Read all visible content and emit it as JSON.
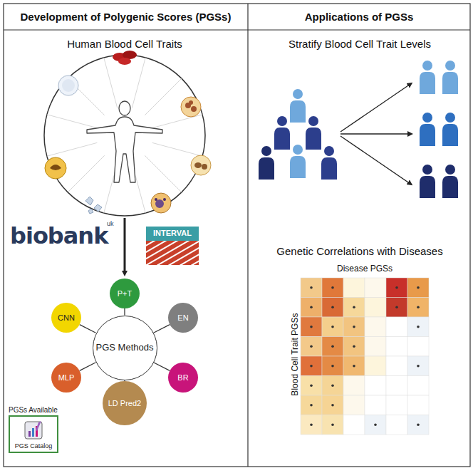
{
  "diagram": {
    "nodes": [
      {
        "text": [
          "Development of Polygenic Scores (PGSs)"
        ]
      },
      {
        "text": [
          "Applications of PGSs"
        ]
      },
      {
        "text": [
          "PGS Methods"
        ],
        "in": 0
      },
      {
        "text": [
          "P+T"
        ],
        "in": 0
      },
      {
        "text": [
          "EN"
        ],
        "in": 0
      },
      {
        "text": [
          "BR"
        ],
        "in": 0
      },
      {
        "text": [
          "LD Pred2"
        ],
        "in": 0
      },
      {
        "text": [
          "MLP"
        ],
        "in": 0
      },
      {
        "text": [
          "CNN"
        ],
        "in": 0
      },
      {
        "text": [
          "PGSs Available",
          "PGS Catalog"
        ],
        "in": 0
      }
    ],
    "edges": [
      {
        "from": 2,
        "to": 3,
        "arrow": "none"
      },
      {
        "from": 2,
        "to": 4,
        "arrow": "none"
      },
      {
        "from": 2,
        "to": 5,
        "arrow": "none"
      },
      {
        "from": 2,
        "to": 6,
        "arrow": "none"
      },
      {
        "from": 2,
        "to": 7,
        "arrow": "none"
      },
      {
        "from": 2,
        "to": 8,
        "arrow": "none"
      }
    ],
    "labels": [
      "Human Blood Cell Traits",
      "biobank",
      "uk",
      "INTERVAL",
      "Stratify Blood Cell Trait Levels",
      "Genetic Correlations with Diseases",
      "Disease PGSs",
      "Blood Cell Trait PGSs"
    ]
  }
}
